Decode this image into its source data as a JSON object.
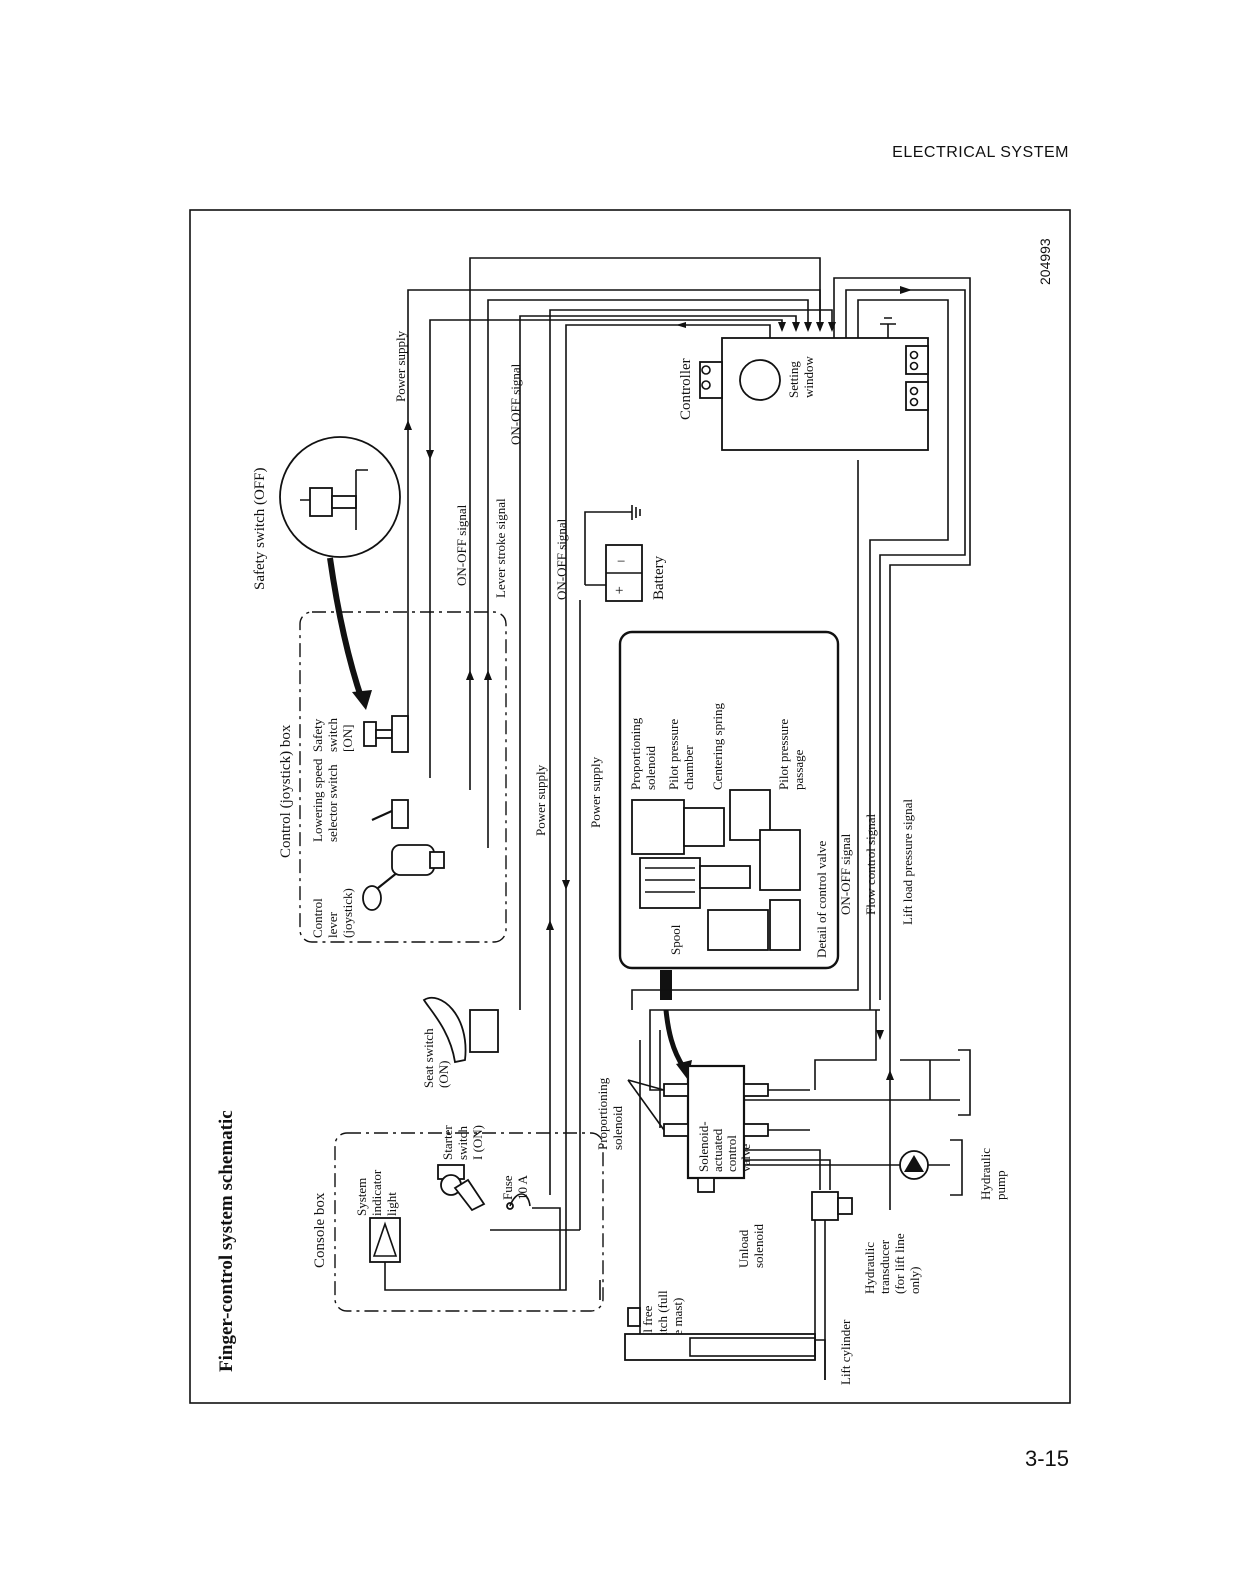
{
  "page": {
    "section_header": "ELECTRICAL SYSTEM",
    "page_number": "3-15"
  },
  "diagram": {
    "title": "Finger-control system schematic",
    "figure_id": "204993",
    "labels": {
      "console_box": "Console box",
      "system_indicator_light": [
        "System",
        "indicator",
        "light"
      ],
      "starter_switch": [
        "Starter",
        "switch",
        "I (ON)"
      ],
      "fuse": [
        "Fuse",
        "10 A"
      ],
      "seat_switch": [
        "Seat switch",
        "(ON)"
      ],
      "control_box": "Control (joystick) box",
      "control_lever": [
        "Control",
        "lever",
        "(joystick)"
      ],
      "lowering_speed_selector": [
        "Lowering speed",
        "selector switch"
      ],
      "safety_switch_on": [
        "Safety",
        "switch",
        "[ON]"
      ],
      "safety_switch_off": "Safety switch (OFF)",
      "on_off_signal_1": "ON-OFF signal",
      "lever_stroke_signal": "Lever stroke signal",
      "on_off_signal_2": "ON-OFF signal",
      "power_supply_1": "Power supply",
      "power_supply_2": "Power supply",
      "power_supply_3": "Power supply",
      "on_off_signal_3": "ON-OFF signal",
      "battery": "Battery",
      "battery_plus": "+",
      "battery_minus": "−",
      "controller": "Controller",
      "setting_window": [
        "Setting",
        "window"
      ],
      "proportioning_solenoid_detail": [
        "Proportioning",
        "solenoid"
      ],
      "pilot_pressure_chamber": [
        "Pilot pressure",
        "chamber"
      ],
      "centering_spring": "Centering spring",
      "pilot_pressure_passage": [
        "Pilot pressure",
        "passage"
      ],
      "spool": "Spool",
      "detail_of_control_valve": "Detail of control valve",
      "on_off_signal_4": "ON-OFF signal",
      "flow_control_signal": "Flow control signal",
      "lift_load_pressure_signal": "Lift load pressure signal",
      "proportioning_solenoid": [
        "Proportioning",
        "solenoid"
      ],
      "solenoid_valve": [
        "Solenoid-",
        "actuated",
        "control",
        "valve"
      ],
      "unload_solenoid": [
        "Unload",
        "solenoid"
      ],
      "full_free_switch": [
        "Full free",
        "switch (full",
        "free mast)"
      ],
      "lift_cylinder": "Lift cylinder",
      "hydraulic_transducer": [
        "Hydraulic",
        "transducer",
        "(for lift line",
        "only)"
      ],
      "hydraulic_pump": [
        "Hydraulic",
        "pump"
      ]
    }
  }
}
